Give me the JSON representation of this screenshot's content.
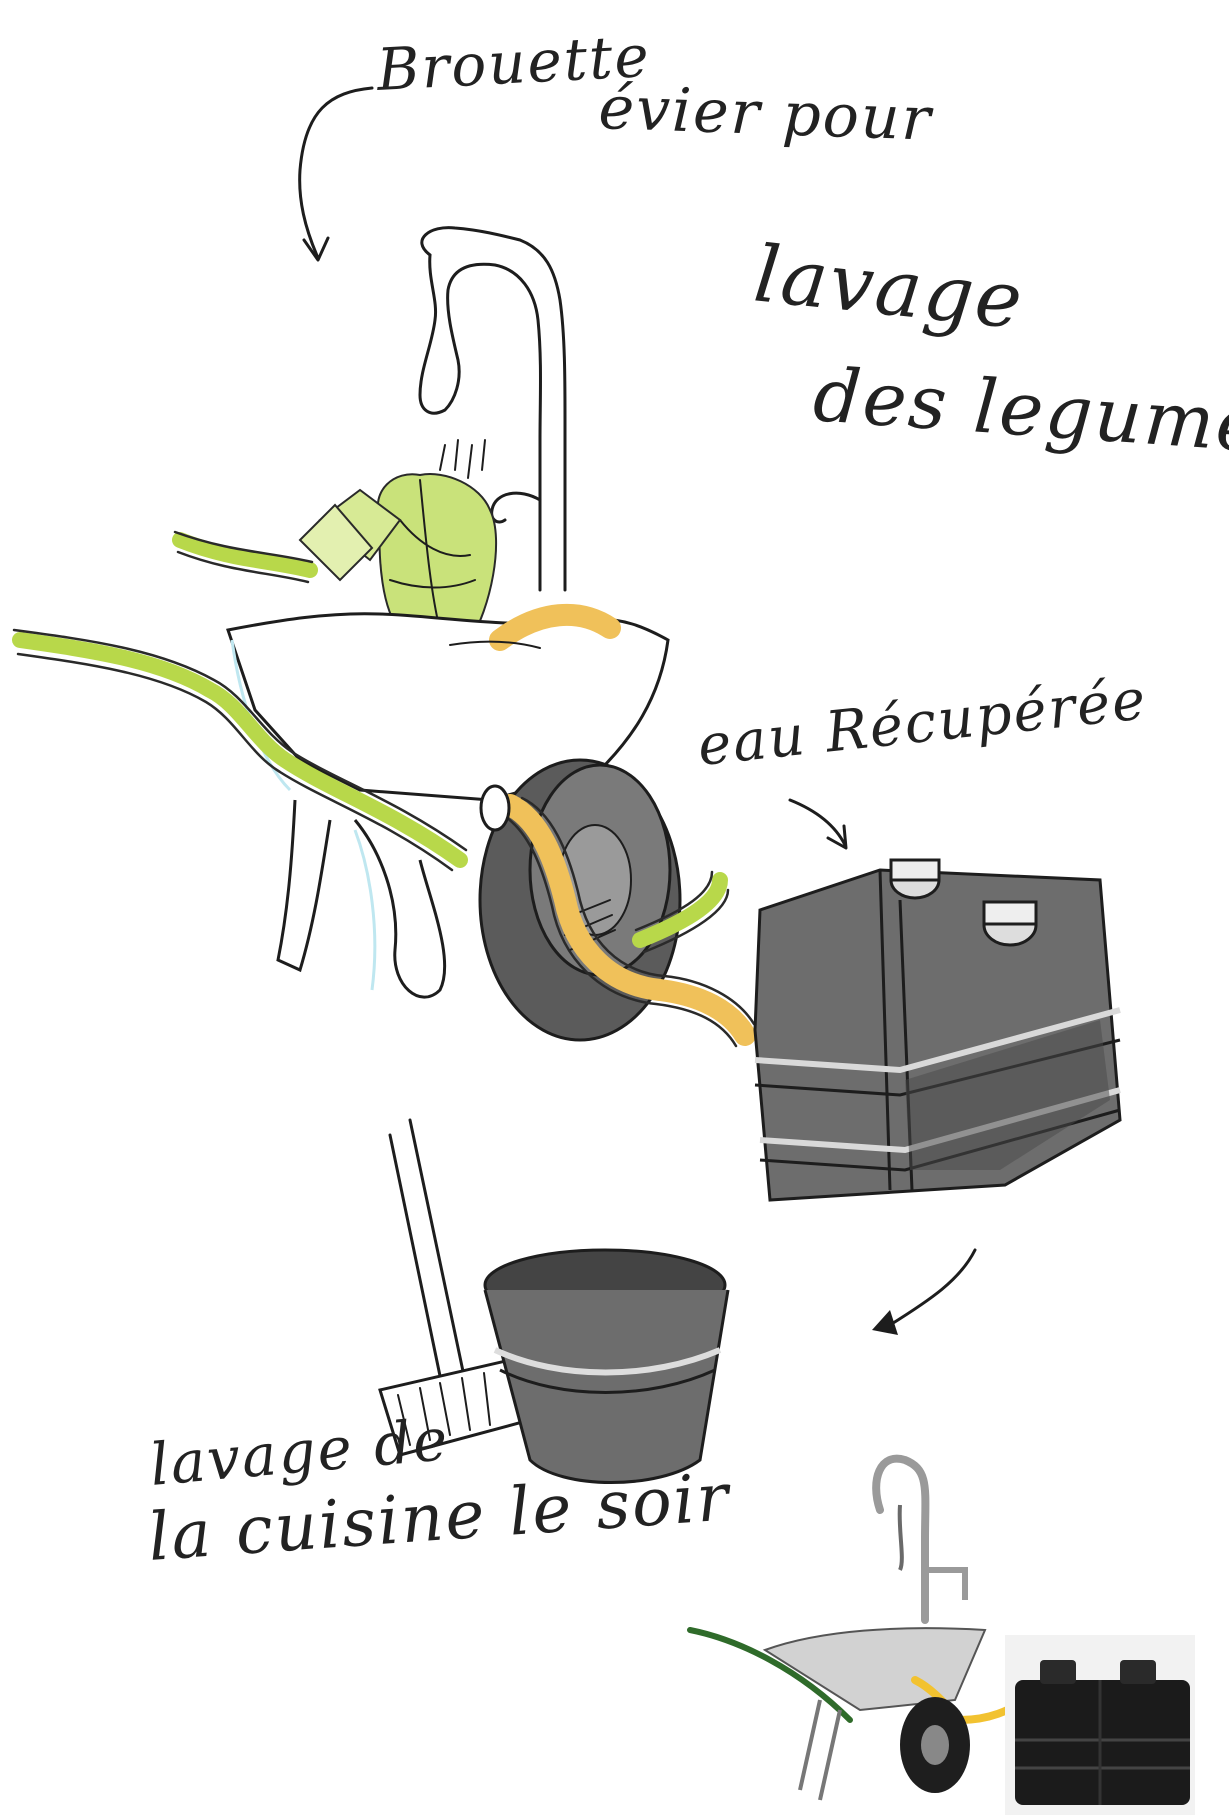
{
  "labels": {
    "title_line1_a": "Brouette",
    "title_line1_b": "évier pour",
    "title_line2": "lavage",
    "title_line3": "des legumes",
    "water_label": "eau Récupérée",
    "bottom_line1": "lavage de",
    "bottom_line2": "la cuisine le soir"
  },
  "colors": {
    "ink": "#1d1d1d",
    "handle_green": "#b8d84a",
    "hose_yellow": "#f0c15a",
    "tank_shade": "#5a5a5a",
    "photo_handle_green": "#2f6b2a"
  }
}
